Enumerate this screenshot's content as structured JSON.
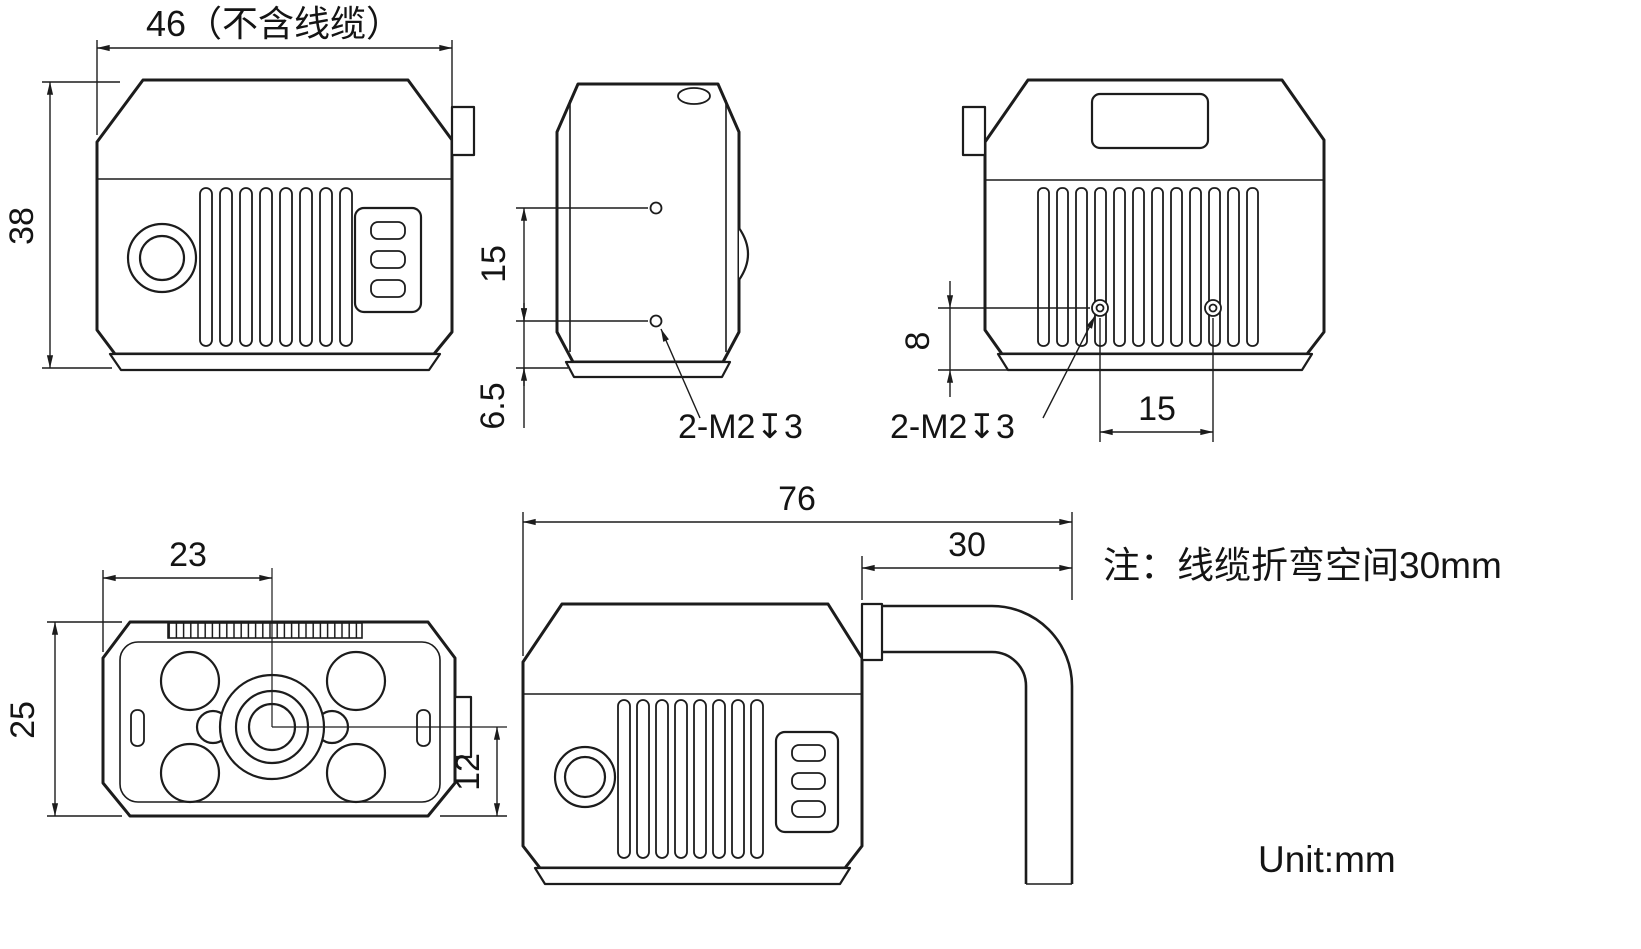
{
  "drawing": {
    "note": "注：线缆折弯空间30mm",
    "unit_label": "Unit:mm"
  },
  "front_view": {
    "width_dim": "46（不含线缆）",
    "height_dim": "38"
  },
  "side_view": {
    "hole_spacing_dim": "15",
    "hole_bottom_dim": "6.5",
    "thread_label": "2-M2↧3"
  },
  "rear_view": {
    "hole_bottom_dim": "8",
    "hole_spacing_dim": "15",
    "thread_label": "2-M2↧3"
  },
  "top_view": {
    "lens_center_dim": "23",
    "depth_dim": "25",
    "lens_front_dim": "12"
  },
  "cable_view": {
    "overall_width_dim": "76",
    "cable_space_dim": "30"
  }
}
